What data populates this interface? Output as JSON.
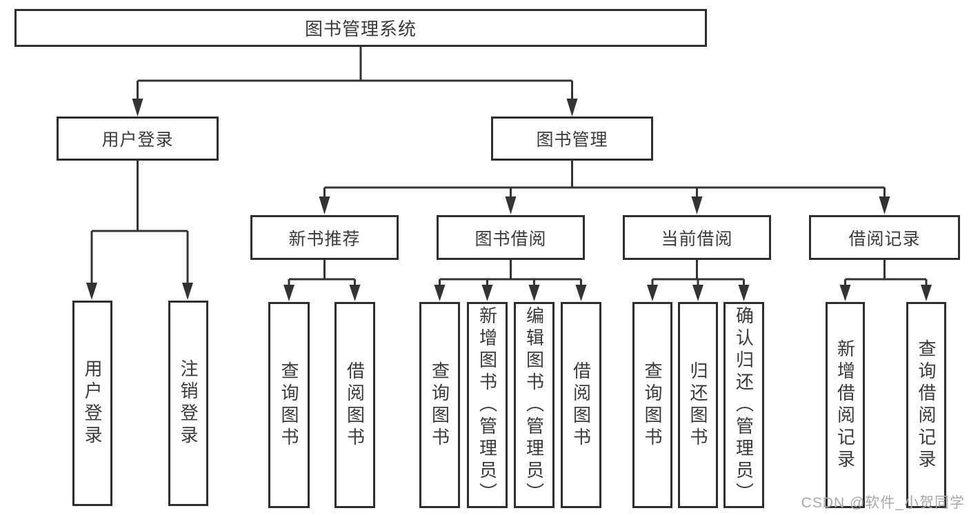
{
  "nodes": {
    "root": "图书管理系统",
    "level2": [
      "用户登录",
      "图书管理"
    ],
    "login_children": [
      "用户登录",
      "注销登录"
    ],
    "level3": [
      "新书推荐",
      "图书借阅",
      "当前借阅",
      "借阅记录"
    ],
    "new_book_children": [
      "查询图书",
      "借阅图书"
    ],
    "borrow_children": [
      "查询图书",
      "新增图书（管理员）",
      "编辑图书（管理员）",
      "借阅图书"
    ],
    "current_children": [
      "查询图书",
      "归还图书",
      "确认归还（管理员）"
    ],
    "record_children": [
      "新增借阅记录",
      "查询借阅记录"
    ]
  },
  "watermark": "CSDN @软件_小贺同学",
  "colors": {
    "line": "#333333",
    "text": "#3a3a3a",
    "watermark": "#a8a8a8",
    "background": "#ffffff"
  }
}
